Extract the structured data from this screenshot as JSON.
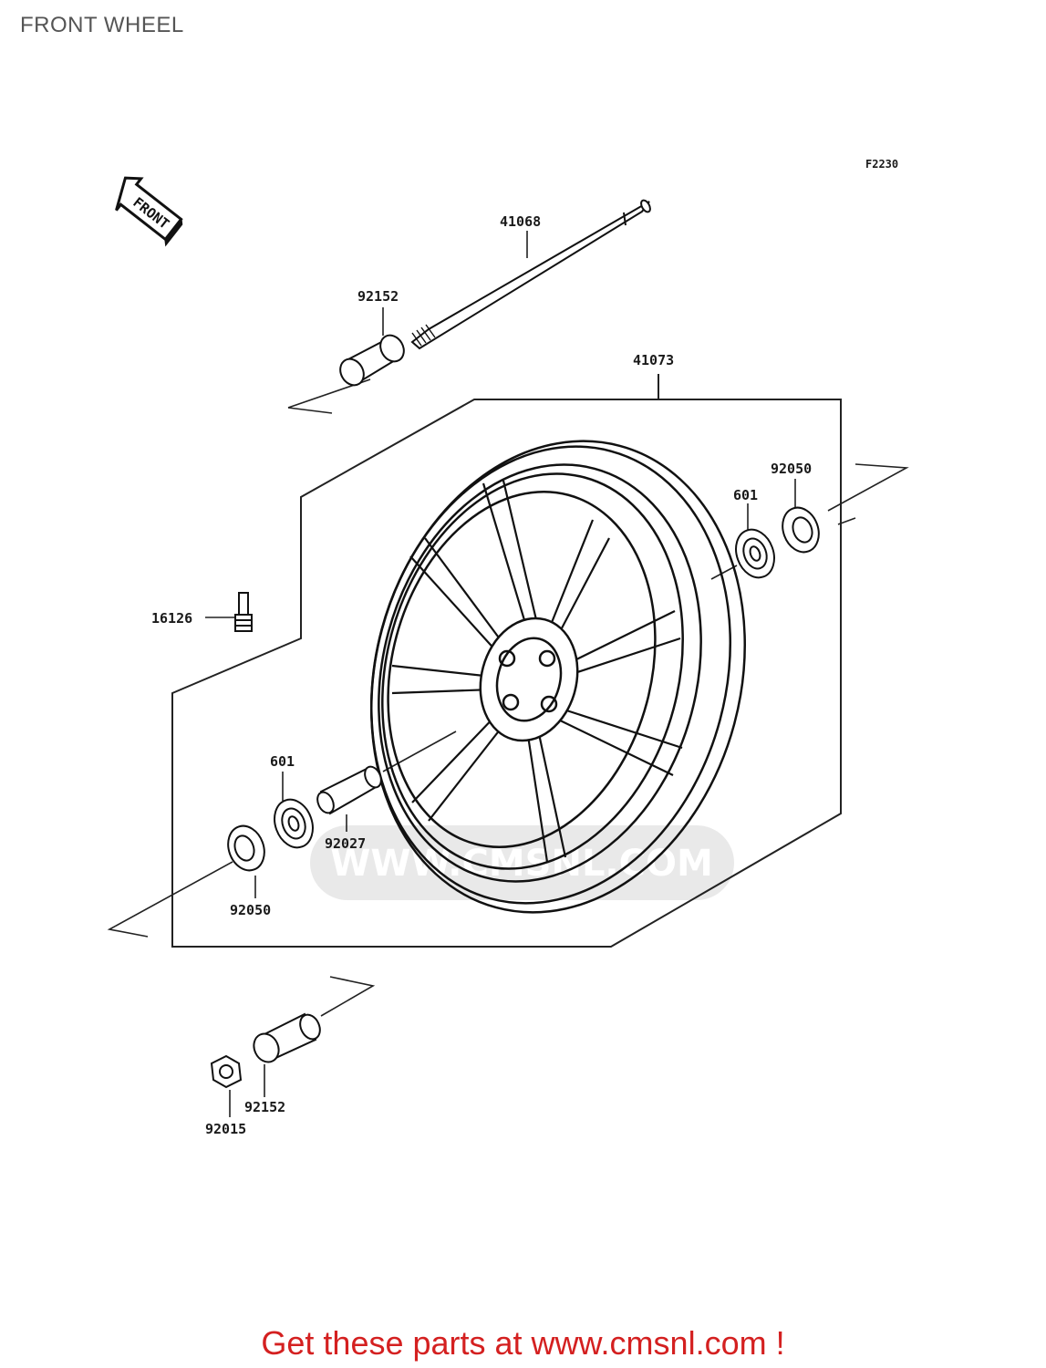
{
  "page": {
    "title": "FRONT WHEEL"
  },
  "diagram": {
    "code": "F2230",
    "front_badge": "FRONT",
    "watermark": "WWW.CMSNL.COM",
    "parts": {
      "axle": "41068",
      "collar_top": "92152",
      "wheel": "41073",
      "seal_right": "92050",
      "bearing_right": "601",
      "valve": "16126",
      "bearing_left": "601",
      "spacer": "92027",
      "seal_left": "92050",
      "collar_bottom": "92152",
      "nut": "92015"
    }
  },
  "footer": {
    "cta": "Get these parts at www.cmsnl.com !"
  }
}
